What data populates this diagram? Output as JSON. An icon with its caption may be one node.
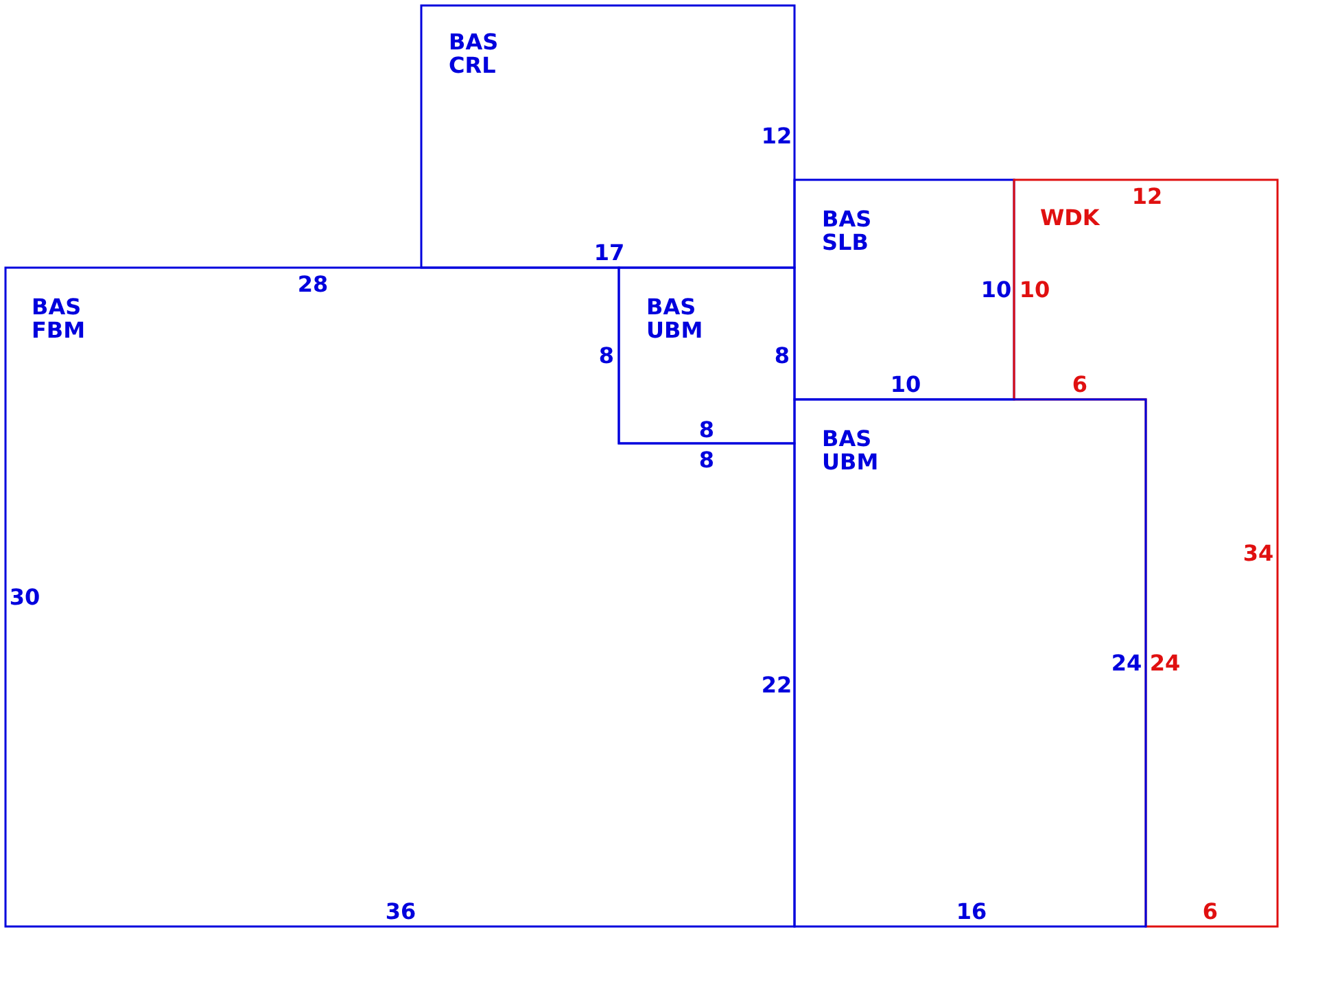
{
  "diagram": {
    "nodes": [
      {
        "text": [
          "BAS CRL",
          "12",
          "17"
        ]
      },
      {
        "text": [
          "BAS SLB",
          "10",
          "10"
        ]
      },
      {
        "text": [
          "WDK",
          "12",
          "10",
          "6",
          "24",
          "34",
          "6"
        ]
      },
      {
        "text": [
          "BAS FBM",
          "28",
          "8",
          "8",
          "30",
          "22",
          "36"
        ]
      },
      {
        "text": [
          "BAS UBM",
          "8",
          "8"
        ]
      },
      {
        "text": [
          "BAS UBM",
          "24",
          "16"
        ]
      }
    ]
  }
}
